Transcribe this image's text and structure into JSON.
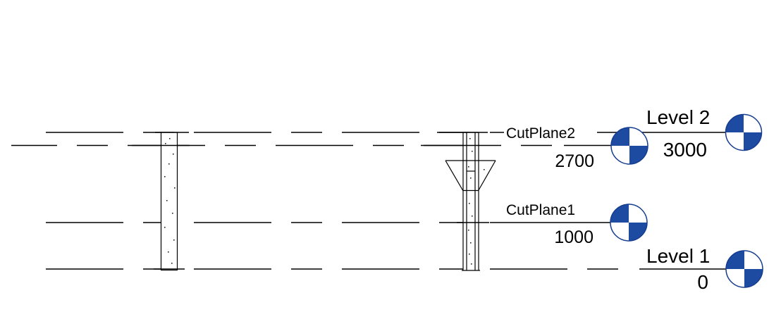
{
  "view": {
    "levels": [
      {
        "name": "Level 2",
        "elevation": "3000"
      },
      {
        "name": "Level 1",
        "elevation": "0"
      }
    ],
    "cut_planes": [
      {
        "name": "CutPlane2",
        "elevation": "2700"
      },
      {
        "name": "CutPlane1",
        "elevation": "1000"
      }
    ],
    "colors": {
      "marker_blue": "#1d4ba1",
      "marker_outline": "#163d8f",
      "line_color": "#000000",
      "background": "#ffffff"
    }
  }
}
